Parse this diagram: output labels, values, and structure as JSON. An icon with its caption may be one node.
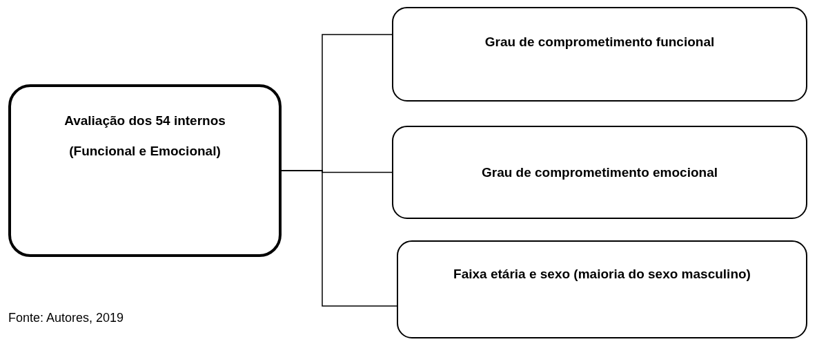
{
  "diagram": {
    "nodes": [
      {
        "text": [
          "Avaliação dos 54 internos",
          "(Funcional e Emocional)"
        ]
      },
      {
        "text": [
          "Grau de comprometimento funcional"
        ]
      },
      {
        "text": [
          "Grau de comprometimento emocional"
        ]
      },
      {
        "text": [
          "Faixa etária e sexo (maioria do sexo masculino)"
        ]
      }
    ],
    "edges": [
      {
        "from": 0,
        "to": 1,
        "arrow": "none"
      },
      {
        "from": 0,
        "to": 2,
        "arrow": "none"
      },
      {
        "from": 0,
        "to": 3,
        "arrow": "none"
      }
    ],
    "labels": [
      "Fonte: Autores, 2019"
    ]
  }
}
